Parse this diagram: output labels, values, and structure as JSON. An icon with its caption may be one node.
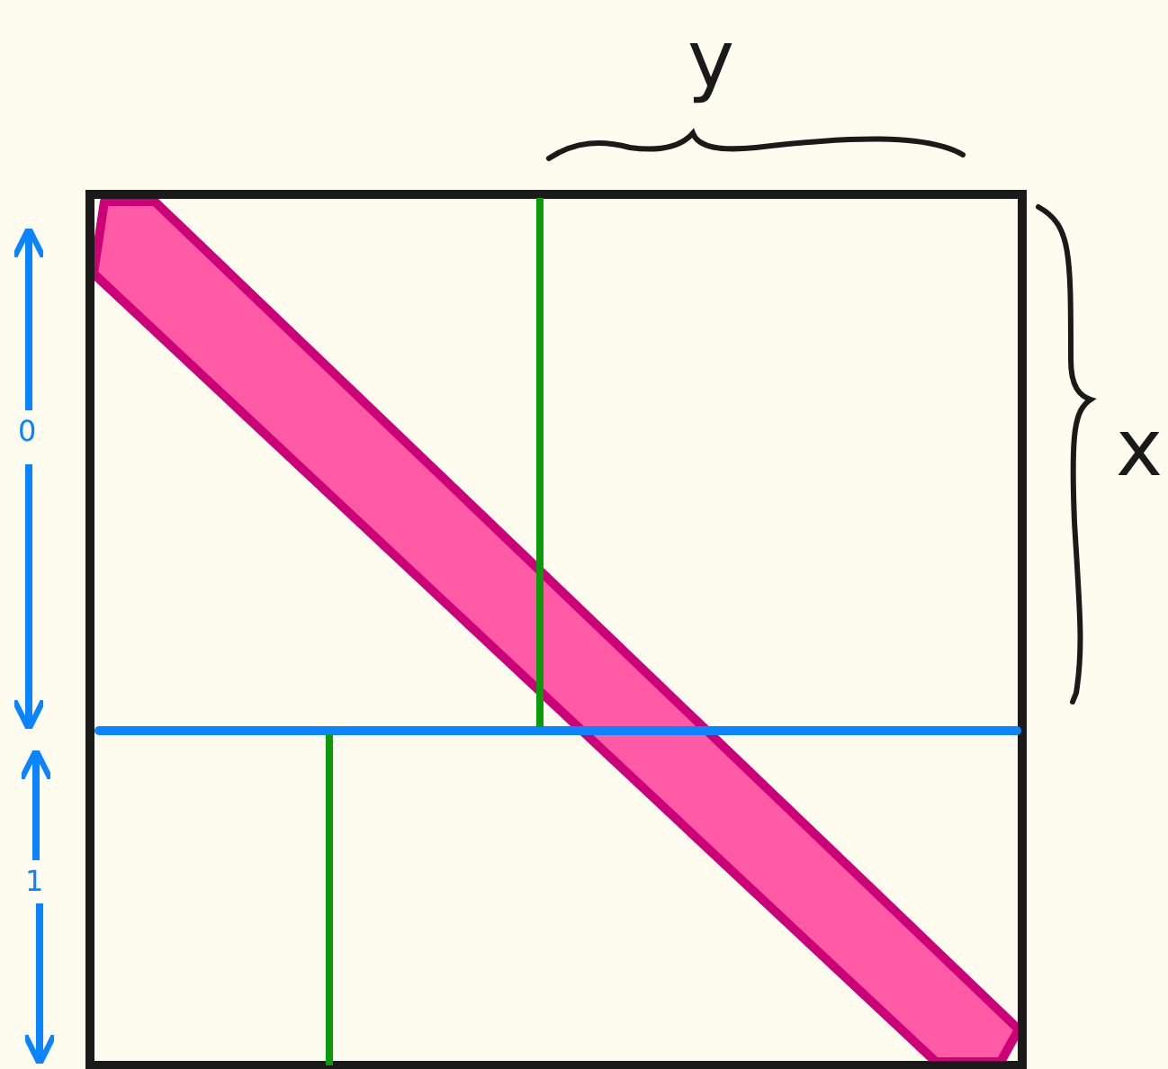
{
  "diagram": {
    "labels": [
      "y",
      "0",
      "x",
      "1"
    ]
  }
}
